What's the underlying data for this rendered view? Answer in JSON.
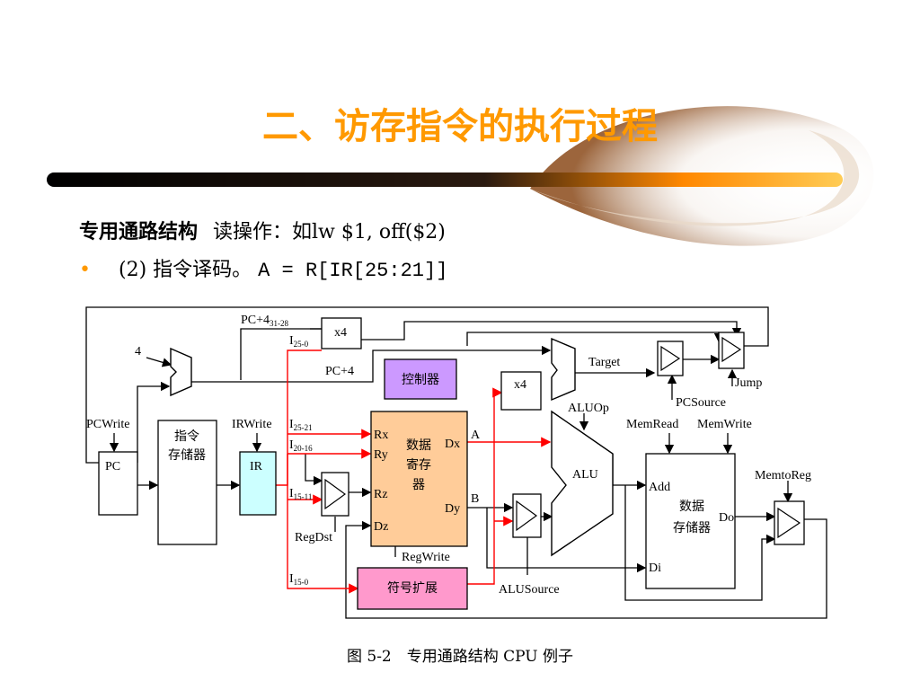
{
  "slide": {
    "title": "二、访存指令的执行过程",
    "heading_bold": "专用通路结构",
    "heading_rest": "读操作：如lw $1, off($2)",
    "bullet_label": "(2) 指令译码。",
    "bullet_code": "A = R[IR[25:21]]",
    "caption": "图 5-2　专用通路结构 CPU 例子"
  },
  "diagram": {
    "pc4_top": "PC+4",
    "pc4_top_sub": "31-28",
    "x4_top": "x4",
    "i25_0": "I",
    "i25_0_sub": "25-0",
    "const4": "4",
    "pc4_mid": "PC+4",
    "controller": "控制器",
    "x4_mid": "x4",
    "target": "Target",
    "jump": "Jump",
    "pcsource": "PCSource",
    "aluop": "ALUOp",
    "memread": "MemRead",
    "memwrite": "MemWrite",
    "pcwrite": "PCWrite",
    "instr_mem_1": "指令",
    "instr_mem_2": "存储器",
    "irwrite": "IRWrite",
    "pc": "PC",
    "ir": "IR",
    "i25_21": "I",
    "i25_21_sub": "25-21",
    "i20_16": "I",
    "i20_16_sub": "20-16",
    "i15_11": "I",
    "i15_11_sub": "15-11",
    "i15_0": "I",
    "i15_0_sub": "15-0",
    "rx": "Rx",
    "ry": "Ry",
    "rz": "Rz",
    "dz": "Dz",
    "dx": "Dx",
    "dy": "Dy",
    "reg_file_1": "数据",
    "reg_file_2": "寄存",
    "reg_file_3": "器",
    "port_a": "A",
    "port_b": "B",
    "alu": "ALU",
    "add": "Add",
    "di": "Di",
    "do": "Do",
    "data_mem_1": "数据",
    "data_mem_2": "存储器",
    "memtoreg": "MemtoReg",
    "regdst": "RegDst",
    "regwrite": "RegWrite",
    "sign_ext": "符号扩展",
    "alusource": "ALUSource"
  },
  "colors": {
    "title": "#ff9900",
    "bullet": "#ff9900",
    "controller_fill": "#cc99ff",
    "regfile_fill": "#ffcc99",
    "ir_fill": "#ccffff",
    "signext_fill": "#ff99cc",
    "active_path": "#ff0000"
  }
}
